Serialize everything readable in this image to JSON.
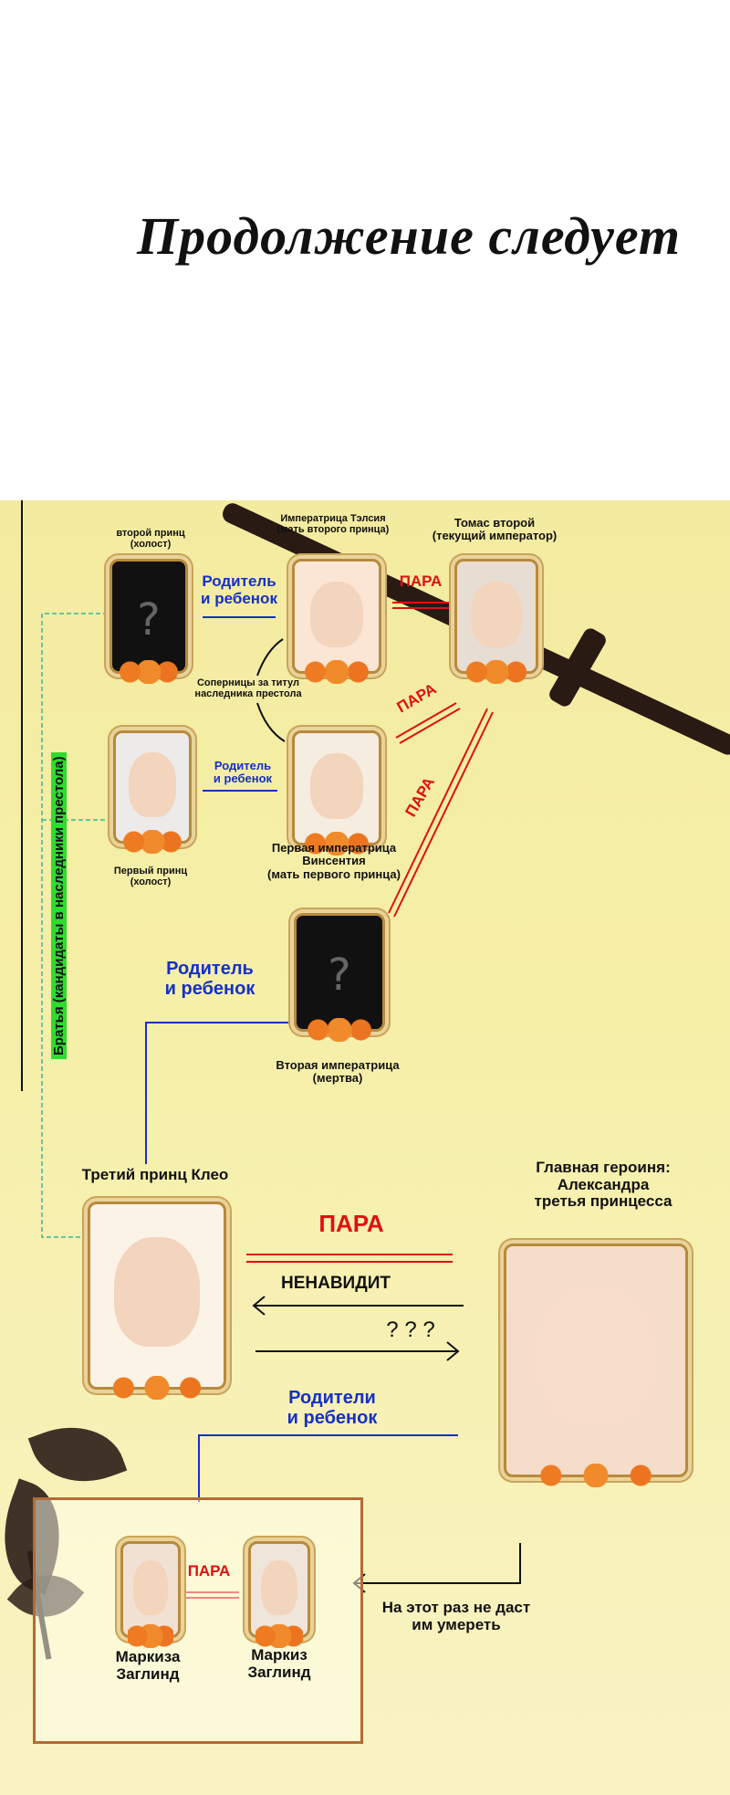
{
  "header": {
    "title": "Продолжение следует"
  },
  "diagram": {
    "side_label": "Братья (кандидаты в наследники престола)",
    "nodes": {
      "second_prince": {
        "line1": "второй принц",
        "line2": "(холост)"
      },
      "empress_telsia": {
        "line1": "Императрица Тэлсия",
        "line2": "(мать второго принца)"
      },
      "thomas": {
        "line1": "Томас второй",
        "line2": "(текущий император)"
      },
      "first_prince": {
        "line1": "Первый принц",
        "line2": "(холост)"
      },
      "first_empress": {
        "line1": "Первая императрица",
        "line2": "Винсентия",
        "line3": "(мать первого принца)"
      },
      "second_empress": {
        "line1": "Вторая императрица",
        "line2": "(мертва)"
      },
      "third_prince": {
        "line1": "Третий принц Клео"
      },
      "heroine": {
        "line1": "Главная героиня:",
        "line2": "Александра",
        "line3": "третья принцесса"
      },
      "marquise": {
        "line1": "Маркиза",
        "line2": "Заглинд"
      },
      "marquis": {
        "line1": "Маркиз",
        "line2": "Заглинд"
      }
    },
    "edges": {
      "parent_child_1": {
        "line1": "Родитель",
        "line2": "и ребенок"
      },
      "pair_1": "ПАРА",
      "rivals": {
        "line1": "Соперницы за титул",
        "line2": "наследника престола"
      },
      "pair_2": "ПАРА",
      "parent_child_2": {
        "line1": "Родитель",
        "line2": "и ребенок"
      },
      "pair_3": "ПАРА",
      "parent_child_3": {
        "line1": "Родитель",
        "line2": "и ребенок"
      },
      "pair_main": "ПАРА",
      "hates": "НЕНАВИДИТ",
      "unknown": "? ? ?",
      "parents_child": {
        "line1": "Родители",
        "line2": "и ребенок"
      },
      "pair_marquis": "ПАРА",
      "save": {
        "line1": "На этот раз не даст",
        "line2": "им умереть"
      }
    },
    "colors": {
      "background": "#f5eea6",
      "relation_blue": "#1530c8",
      "pair_red": "#e01010",
      "frame_gold": "#b78a3c",
      "bracket_green": "#2edc2e"
    }
  }
}
